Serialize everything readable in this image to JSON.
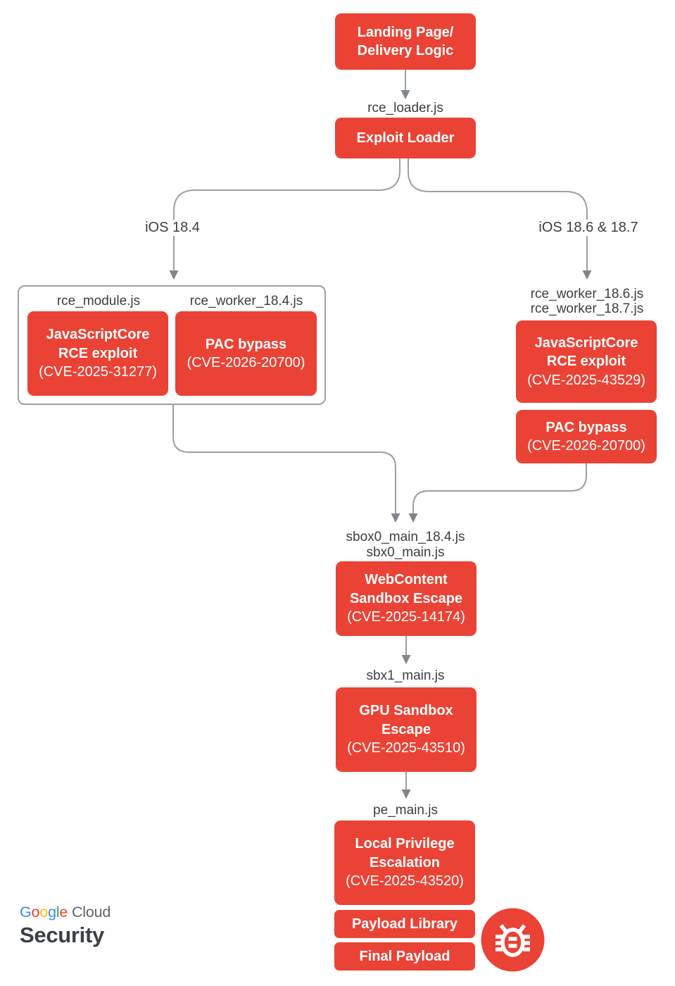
{
  "title": "iOS exploit chain flow diagram",
  "colors": {
    "node_red": "#EA4335",
    "wire_gray": "#9AA0A6",
    "arrowhead_gray": "#80868B",
    "label_text": "#3C4043",
    "cloud_text": "#5F6368",
    "background": "#FFFFFF"
  },
  "nodes": {
    "landing": {
      "line1": "Landing Page/",
      "line2": "Delivery Logic",
      "cve": ""
    },
    "exploit_loader": {
      "line1": "Exploit Loader",
      "line2": "",
      "cve": ""
    },
    "jsc_184": {
      "line1": "JavaScriptCore",
      "line2": "RCE exploit",
      "cve": "(CVE-2025-31277)"
    },
    "pac_184": {
      "line1": "PAC bypass",
      "line2": "",
      "cve": "(CVE-2026-20700)"
    },
    "jsc_186": {
      "line1": "JavaScriptCore",
      "line2": "RCE exploit",
      "cve": "(CVE-2025-43529)"
    },
    "pac_186": {
      "line1": "PAC bypass",
      "line2": "",
      "cve": "(CVE-2026-20700)"
    },
    "webcontent": {
      "line1": "WebContent",
      "line2": "Sandbox Escape",
      "cve": "(CVE-2025-14174)"
    },
    "gpu": {
      "line1": "GPU Sandbox",
      "line2": "Escape",
      "cve": "(CVE-2025-43510)"
    },
    "lpe": {
      "line1": "Local Privilege",
      "line2": "Escalation",
      "cve": "(CVE-2025-43520)"
    },
    "payload_library": {
      "line1": "Payload Library",
      "line2": "",
      "cve": ""
    },
    "final_payload": {
      "line1": "Final Payload",
      "line2": "",
      "cve": ""
    }
  },
  "edge_labels": {
    "rce_loader": "rce_loader.js",
    "ios_184": "iOS 18.4",
    "ios_186_187": "iOS 18.6 & 18.7",
    "rce_module": "rce_module.js",
    "rce_worker_184": "rce_worker_18.4.js",
    "rce_worker_186": "rce_worker_18.6.js",
    "rce_worker_187": "rce_worker_18.7.js",
    "sbox0_main_184": "sbox0_main_18.4.js",
    "sbx0_main": "sbx0_main.js",
    "sbx1_main": "sbx1_main.js",
    "pe_main": "pe_main.js"
  },
  "branding": {
    "google_letters": [
      {
        "ch": "G",
        "color": "#4285F4"
      },
      {
        "ch": "o",
        "color": "#EA4335"
      },
      {
        "ch": "o",
        "color": "#FBBC05"
      },
      {
        "ch": "g",
        "color": "#4285F4"
      },
      {
        "ch": "l",
        "color": "#34A853"
      },
      {
        "ch": "e",
        "color": "#EA4335"
      }
    ],
    "cloud": " Cloud",
    "security": "Security"
  },
  "icons": {
    "bug": "bug-icon"
  }
}
